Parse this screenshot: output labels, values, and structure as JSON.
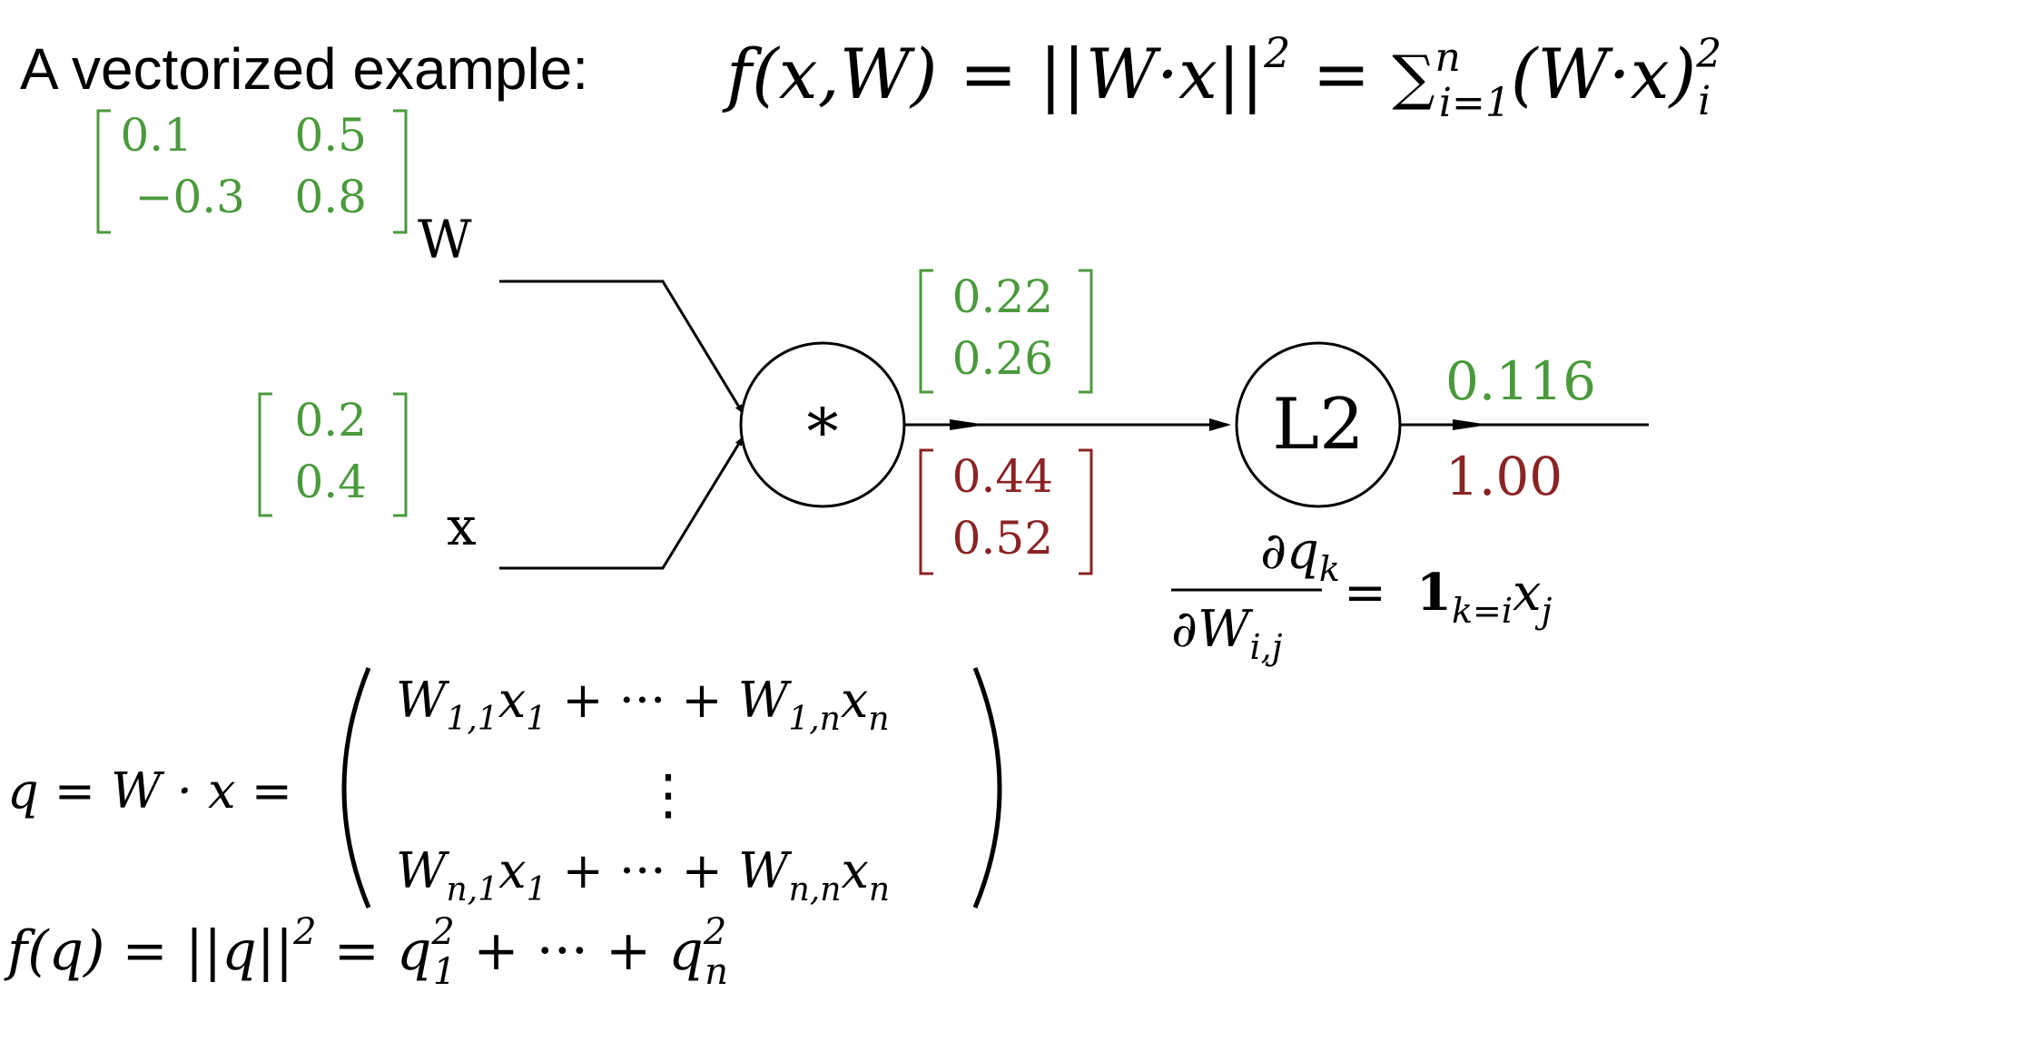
{
  "colors": {
    "forward": "#4a9a3c",
    "backward": "#8b2324",
    "ink": "#000000"
  },
  "title": {
    "prefix": "A vectorized example: ",
    "lhs": "f(x,W) = ||W·x||",
    "lhs_sup": "2",
    "eq": " = ",
    "sum": "∑",
    "sum_sup": "n",
    "sum_sub": "i=1",
    "term": "(W·x)",
    "term_sup": "2",
    "term_sub": "i"
  },
  "inputs": {
    "w_label": "W",
    "x_label": "x",
    "w_matrix": [
      [
        "0.1",
        "0.5"
      ],
      [
        "−0.3",
        "0.8"
      ]
    ],
    "x_vector": [
      "0.2",
      "0.4"
    ]
  },
  "nodes": {
    "multiply": "*",
    "l2": "L2"
  },
  "values": {
    "q_forward": [
      "0.22",
      "0.26"
    ],
    "q_gradient": [
      "0.44",
      "0.52"
    ],
    "out_forward": "0.116",
    "out_gradient": "1.00"
  },
  "local_gradient": {
    "num": "∂q",
    "num_sub": "k",
    "den": "∂W",
    "den_sub": "i,j",
    "eq": "=",
    "one": "1",
    "one_sub": "k=i",
    "x": "x",
    "x_sub": "j"
  },
  "equations": {
    "q_lhs": "q = W · x =",
    "row1_a": "W",
    "row1_a_sub": "1,1",
    "row1_b": "x",
    "row1_b_sub": "1",
    "row1_mid": " + ··· + ",
    "row1_c": "W",
    "row1_c_sub": "1,n",
    "row1_d": "x",
    "row1_d_sub": "n",
    "vdots": "⋮",
    "row2_a": "W",
    "row2_a_sub": "n,1",
    "row2_b": "x",
    "row2_b_sub": "1",
    "row2_mid": " + ··· + ",
    "row2_c": "W",
    "row2_c_sub": "n,n",
    "row2_d": "x",
    "row2_d_sub": "n",
    "f_lhs": "f(q) = ||q||",
    "f_lhs_sup": "2",
    "f_eq": " = ",
    "f_q1": "q",
    "f_q1_sup": "2",
    "f_q1_sub": "1",
    "f_mid": " + ··· + ",
    "f_qn": "q",
    "f_qn_sup": "2",
    "f_qn_sub": "n"
  }
}
